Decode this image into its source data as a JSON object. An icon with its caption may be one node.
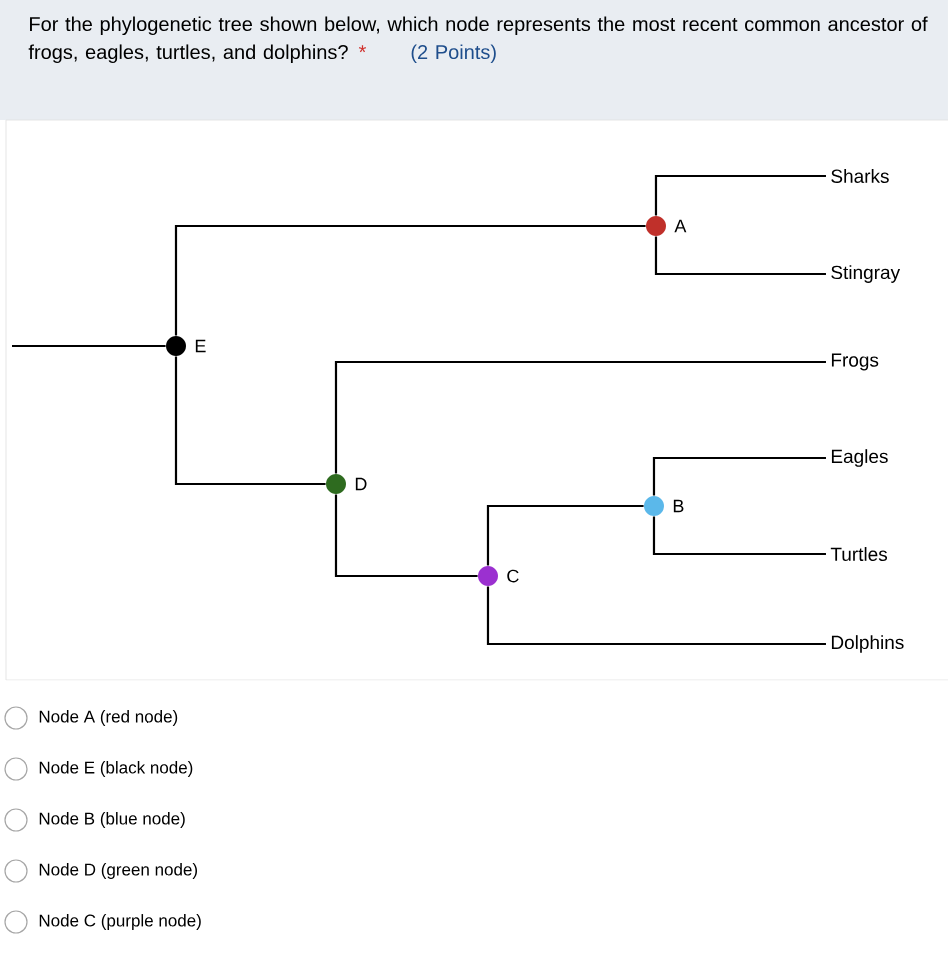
{
  "diagram": {
    "title": "For the phylogenetic tree shown below, which node represents the most recent common ancestor of frogs, eagles, turtles, and dolphins?",
    "nodes": [
      {
        "text": [
          "Sharks"
        ]
      },
      {
        "text": [],
        "shape": "circle",
        "beside": [
          "A"
        ]
      },
      {
        "text": [
          "Stingray"
        ]
      },
      {
        "text": [],
        "shape": "circle",
        "beside": [
          "E"
        ]
      },
      {
        "text": [
          "Frogs"
        ]
      },
      {
        "text": [
          "Eagles"
        ]
      },
      {
        "text": [],
        "shape": "circle",
        "beside": [
          "D"
        ]
      },
      {
        "text": [],
        "shape": "circle",
        "beside": [
          "B"
        ]
      },
      {
        "text": [
          "Turtles"
        ]
      },
      {
        "text": [],
        "shape": "circle",
        "beside": [
          "C"
        ]
      },
      {
        "text": [
          "Dolphins"
        ]
      }
    ],
    "edges": [
      {
        "from": null,
        "to": 3,
        "arrow": "none"
      },
      {
        "from": 3,
        "to": 1,
        "arrow": "none"
      },
      {
        "from": 3,
        "to": 6,
        "arrow": "none"
      },
      {
        "from": 1,
        "to": 0,
        "arrow": "none"
      },
      {
        "from": 1,
        "to": 2,
        "arrow": "none"
      },
      {
        "from": 6,
        "to": 4,
        "arrow": "none"
      },
      {
        "from": 6,
        "to": 9,
        "arrow": "none"
      },
      {
        "from": 9,
        "to": 7,
        "arrow": "none"
      },
      {
        "from": 9,
        "to": 10,
        "arrow": "none"
      },
      {
        "from": 7,
        "to": 5,
        "arrow": "none"
      },
      {
        "from": 7,
        "to": 8,
        "arrow": "none"
      }
    ],
    "labels": [
      "*",
      "(2 Points)",
      "Node A (red node)",
      "Node E (black node)",
      "Node B (blue node)",
      "Node D (green node)",
      "Node C (purple node)"
    ]
  }
}
